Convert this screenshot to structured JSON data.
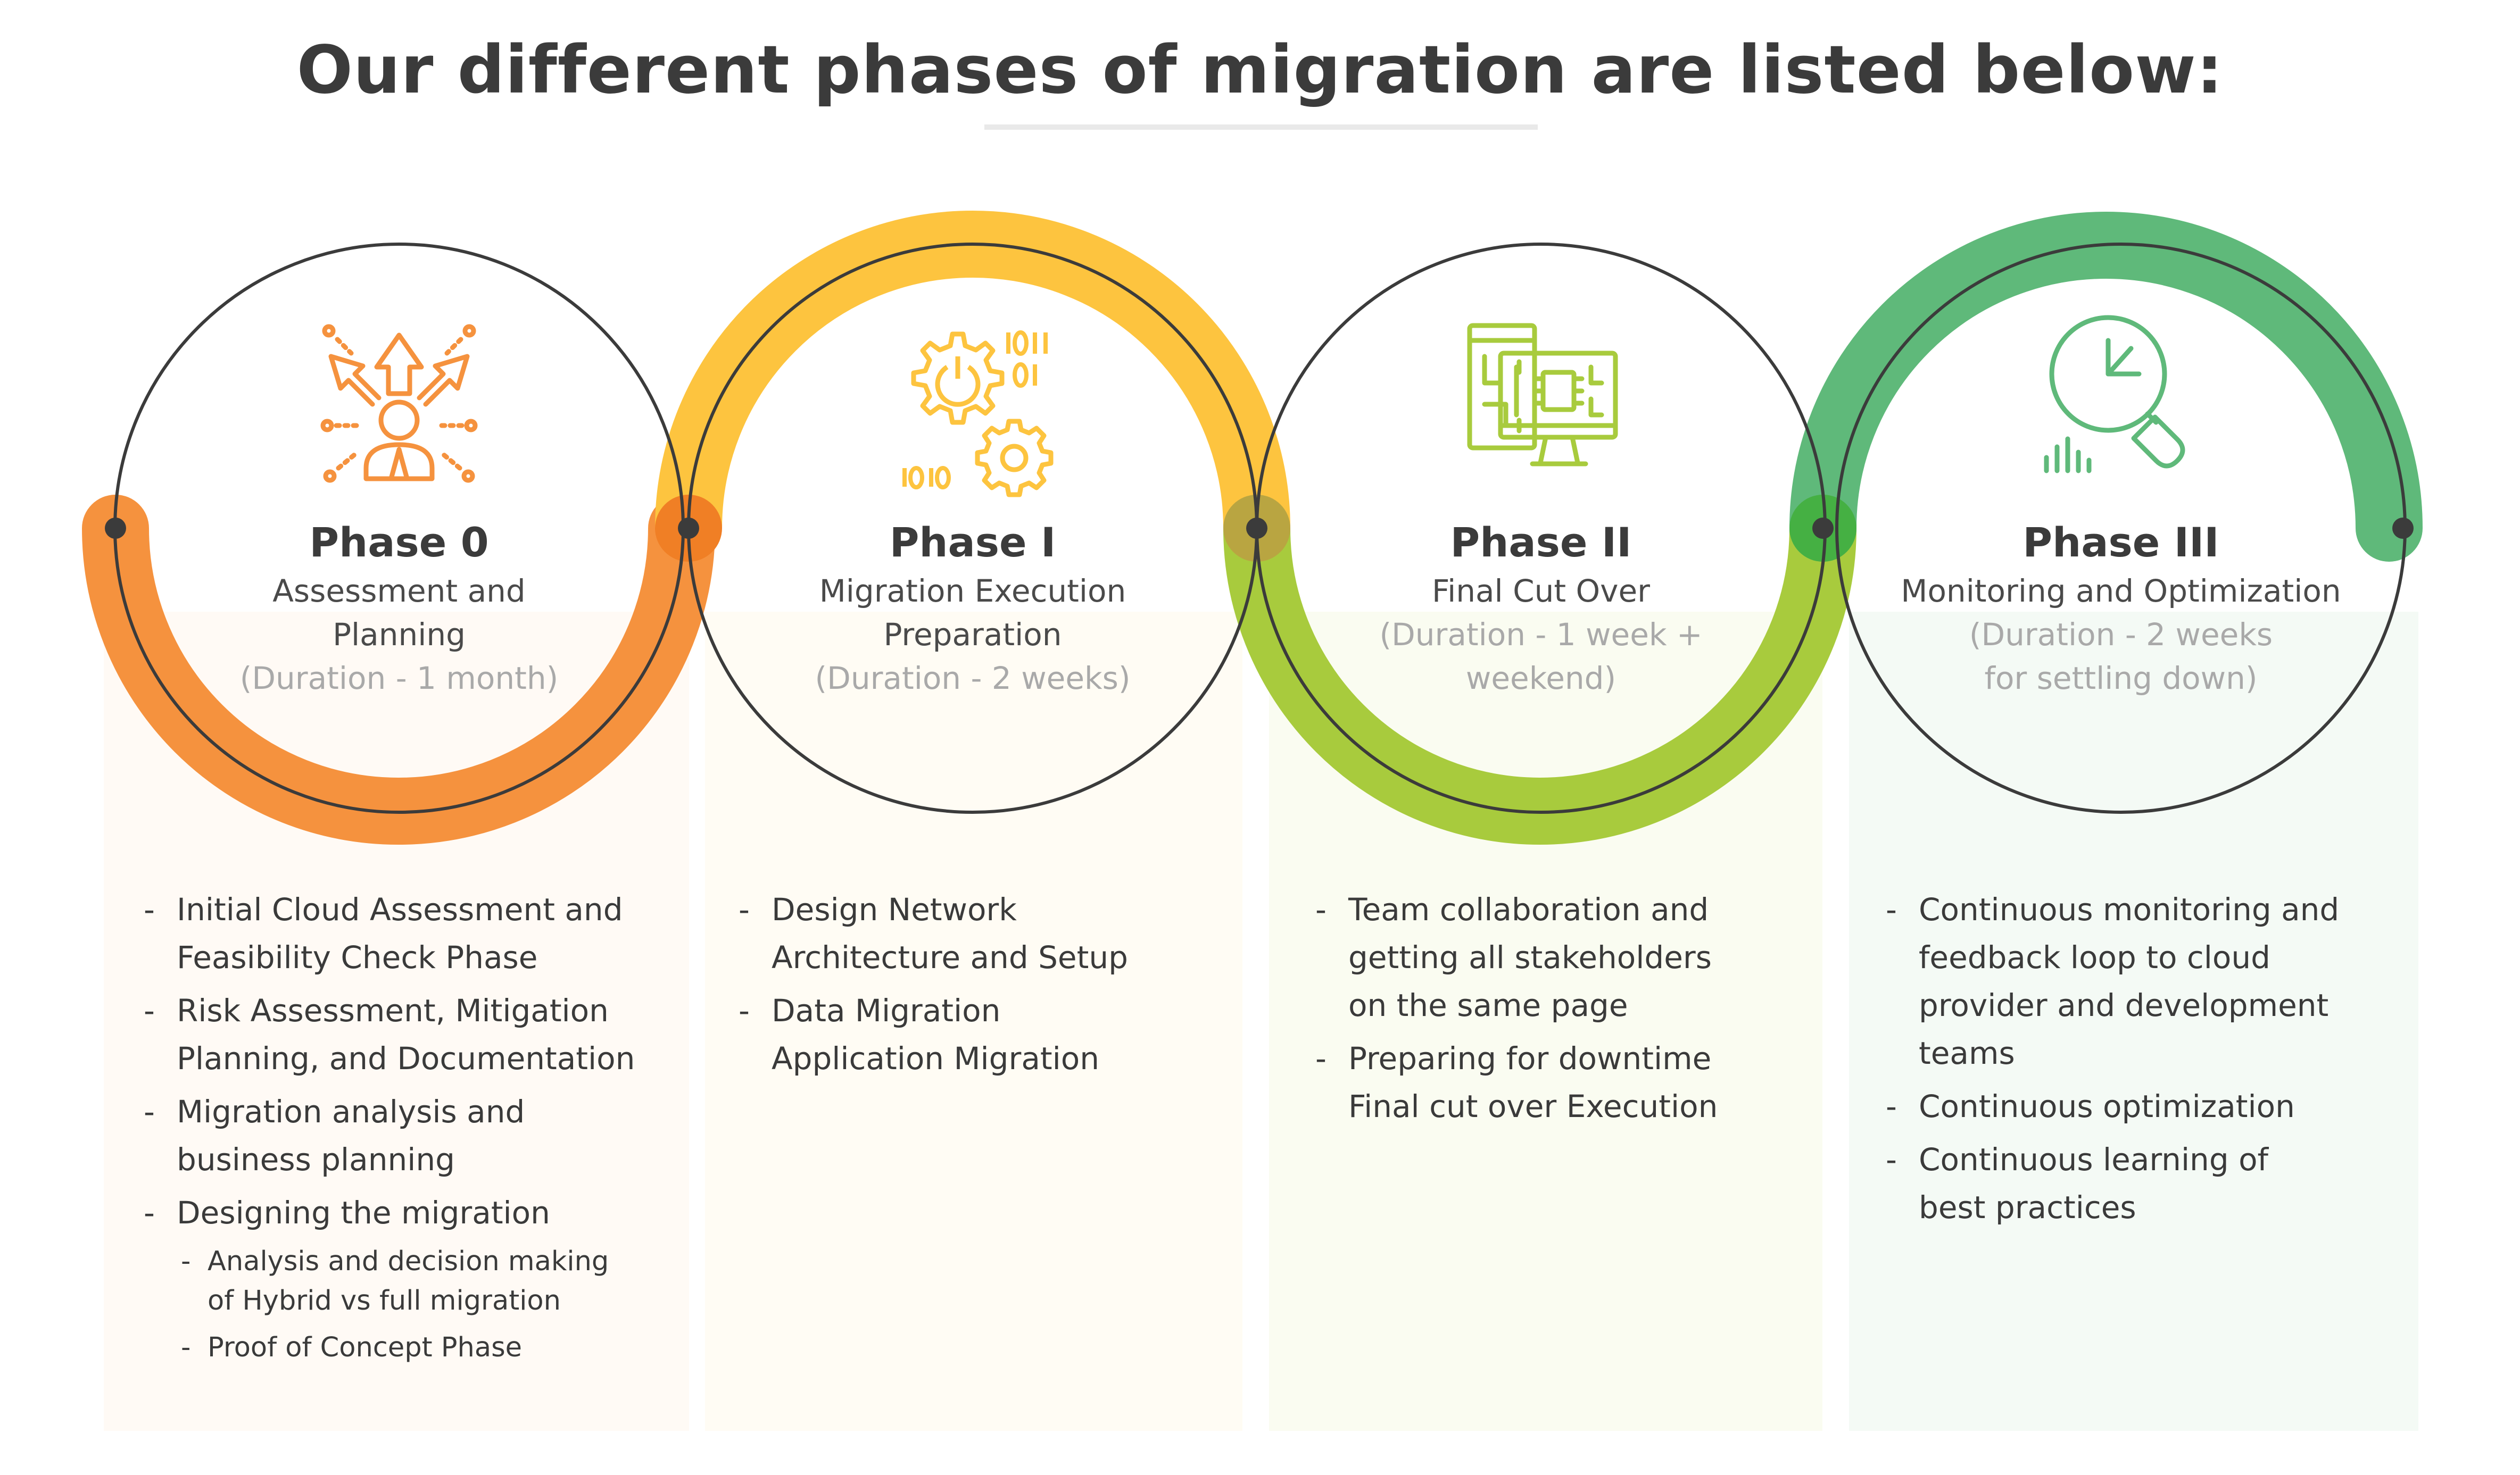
{
  "heading": "Our different phases of migration are listed below:",
  "colors": {
    "orange": "#f5923e",
    "yellow": "#fdc43f",
    "lime": "#a8cb3d",
    "green": "#5fb97a",
    "outline": "#3b3b3b",
    "duration_text": "#a9a9a9"
  },
  "phases": [
    {
      "title": "Phase 0",
      "subtitle": "Assessment and\nPlanning",
      "duration": "(Duration - 1 month)",
      "icon": "person-with-outward-arrows-icon",
      "bullets": [
        {
          "text": "Initial Cloud Assessment and\nFeasibility Check Phase"
        },
        {
          "text": "Risk Assessment, Mitigation\nPlanning, and Documentation"
        },
        {
          "text": "Migration analysis and\nbusiness planning"
        },
        {
          "text": "Designing the migration"
        },
        {
          "text": "Analysis and decision making\nof Hybrid vs full migration",
          "sub": true
        },
        {
          "text": "Proof of Concept Phase",
          "sub": true
        }
      ]
    },
    {
      "title": "Phase I",
      "subtitle": "Migration Execution\nPreparation",
      "duration": "(Duration - 2 weeks)",
      "icon": "gears-binary-icon",
      "bullets": [
        {
          "text": "Design Network\nArchitecture and Setup"
        },
        {
          "text": "Data Migration\nApplication Migration"
        }
      ]
    },
    {
      "title": "Phase II",
      "subtitle": "Final Cut Over",
      "duration": "(Duration - 1 week +\nweekend)",
      "icon": "circuit-monitor-icon",
      "bullets": [
        {
          "text": "Team collaboration and\ngetting all stakeholders\non the same page"
        },
        {
          "text": "Preparing for downtime\nFinal cut over Execution"
        }
      ]
    },
    {
      "title": "Phase III",
      "subtitle": "Monitoring and Optimization",
      "duration": "(Duration - 2 weeks\nfor settling down)",
      "icon": "chart-magnifier-icon",
      "bullets": [
        {
          "text": "Continuous monitoring and\nfeedback loop to cloud\nprovider and development\nteams"
        },
        {
          "text": "Continuous optimization"
        },
        {
          "text": "Continuous learning of\nbest practices"
        }
      ]
    }
  ]
}
